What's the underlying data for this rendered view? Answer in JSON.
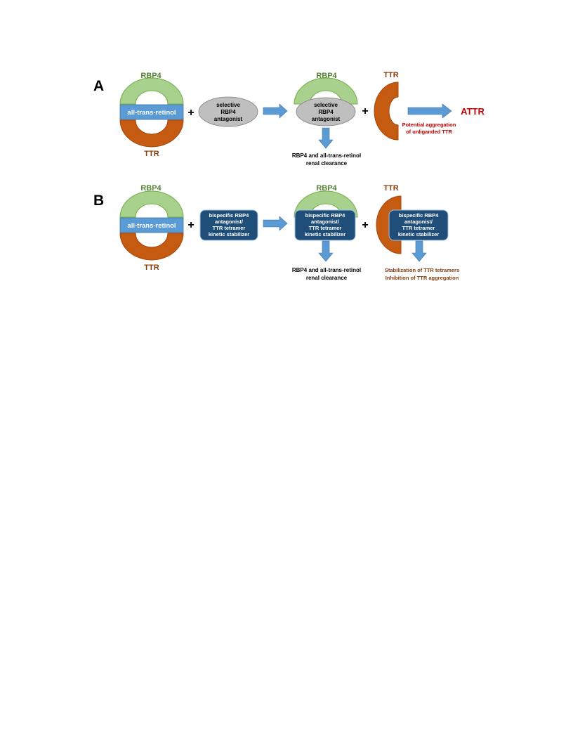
{
  "panel_a": {
    "label": "A",
    "rbp4_left": "RBP4",
    "retinol_left": "all-trans-retinol",
    "ttr_left": "TTR",
    "plus_1": "+",
    "antagonist_line1": "selective",
    "antagonist_line2": "RBP4",
    "antagonist_line3": "antagonist",
    "rbp4_mid": "RBP4",
    "bound_line1": "selective",
    "bound_line2": "RBP4",
    "bound_line3": "antagonist",
    "plus_2": "+",
    "ttr_right": "TTR",
    "attr": "ATTR",
    "aggregation_line1": "Potential aggregation",
    "aggregation_line2": "of unliganded TTR",
    "clearance_line1": "RBP4 and all-trans-retinol",
    "clearance_line2": "renal clearance"
  },
  "panel_b": {
    "label": "B",
    "rbp4_left": "RBP4",
    "retinol_left": "all-trans-retinol",
    "ttr_left": "TTR",
    "plus_1": "+",
    "bispecific_line1": "bispecific RBP4",
    "bispecific_line2": "antagonist/",
    "bispecific_line3": "TTR tetramer",
    "bispecific_line4": "kinetic stabilizer",
    "rbp4_mid": "RBP4",
    "bound_line1": "bispecific RBP4",
    "bound_line2": "antagonist/",
    "bound_line3": "TTR tetramer",
    "bound_line4": "kinetic stabilizer",
    "plus_2": "+",
    "ttr_right": "TTR",
    "ttr_bound_line1": "bispecific RBP4",
    "ttr_bound_line2": "antagonist/",
    "ttr_bound_line3": "TTR tetramer",
    "ttr_bound_line4": "kinetic stabilizer",
    "clearance_line1": "RBP4 and all-trans-retinol",
    "clearance_line2": "renal clearance",
    "stabilization_line1": "Stabilization of TTR tetramers",
    "stabilization_line2": "Inhibition of TTR aggregation"
  },
  "colors": {
    "rbp4_fill": "#a9d18e",
    "rbp4_text": "#548235",
    "ttr_fill": "#c55a11",
    "ttr_text": "#843c0c",
    "retinol_fill": "#5b9bd5",
    "arrow_fill": "#5b9bd5",
    "antagonist_fill": "#bfbfbf",
    "bispecific_fill": "#1f4e79",
    "attr_text": "#c00000",
    "stabilization_text": "#843c0c"
  }
}
